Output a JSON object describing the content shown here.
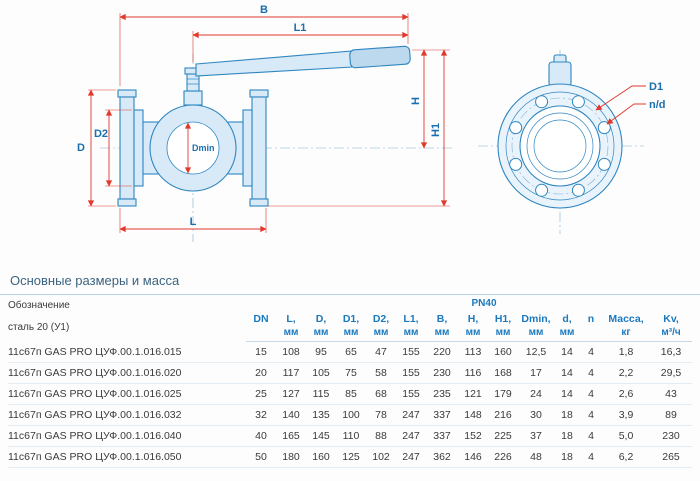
{
  "section_title": "Основные размеры и масса",
  "drawing": {
    "labels": {
      "b": "B",
      "l1": "L1",
      "h": "H",
      "h1": "H1",
      "d": "D",
      "d2": "D2",
      "dmin": "Dmin",
      "l": "L",
      "d1": "D1",
      "nd": "n/d"
    }
  },
  "table": {
    "designation_label": "Обозначение",
    "steel_label": "сталь 20 (У1)",
    "pn_label": "PN40",
    "columns": [
      {
        "label": "DN",
        "unit": ""
      },
      {
        "label": "L,",
        "unit": "мм"
      },
      {
        "label": "D,",
        "unit": "мм"
      },
      {
        "label": "D1,",
        "unit": "мм"
      },
      {
        "label": "D2,",
        "unit": "мм"
      },
      {
        "label": "L1,",
        "unit": "мм"
      },
      {
        "label": "B,",
        "unit": "мм"
      },
      {
        "label": "H,",
        "unit": "мм"
      },
      {
        "label": "H1,",
        "unit": "мм"
      },
      {
        "label": "Dmin,",
        "unit": "мм"
      },
      {
        "label": "d,",
        "unit": "мм"
      },
      {
        "label": "n",
        "unit": ""
      },
      {
        "label": "Масса,",
        "unit": "кг"
      },
      {
        "label": "Kv,",
        "unit": "м³/ч"
      }
    ],
    "rows": [
      {
        "name": "11с67п GAS PRO ЦУФ.00.1.016.015",
        "values": [
          "15",
          "108",
          "95",
          "65",
          "47",
          "155",
          "220",
          "113",
          "160",
          "12,5",
          "14",
          "4",
          "1,8",
          "16,3"
        ]
      },
      {
        "name": "11с67п GAS PRO ЦУФ.00.1.016.020",
        "values": [
          "20",
          "117",
          "105",
          "75",
          "58",
          "155",
          "230",
          "116",
          "168",
          "17",
          "14",
          "4",
          "2,2",
          "29,5"
        ]
      },
      {
        "name": "11с67п GAS PRO ЦУФ.00.1.016.025",
        "values": [
          "25",
          "127",
          "115",
          "85",
          "68",
          "155",
          "235",
          "121",
          "179",
          "24",
          "14",
          "4",
          "2,6",
          "43"
        ]
      },
      {
        "name": "11с67п GAS PRO ЦУФ.00.1.016.032",
        "values": [
          "32",
          "140",
          "135",
          "100",
          "78",
          "247",
          "337",
          "148",
          "216",
          "30",
          "18",
          "4",
          "3,9",
          "89"
        ]
      },
      {
        "name": "11с67п GAS PRO ЦУФ.00.1.016.040",
        "values": [
          "40",
          "165",
          "145",
          "110",
          "88",
          "247",
          "337",
          "152",
          "225",
          "37",
          "18",
          "4",
          "5,0",
          "230"
        ]
      },
      {
        "name": "11с67п GAS PRO ЦУФ.00.1.016.050",
        "values": [
          "50",
          "180",
          "160",
          "125",
          "102",
          "247",
          "362",
          "146",
          "226",
          "48",
          "18",
          "4",
          "6,2",
          "265"
        ]
      }
    ]
  }
}
